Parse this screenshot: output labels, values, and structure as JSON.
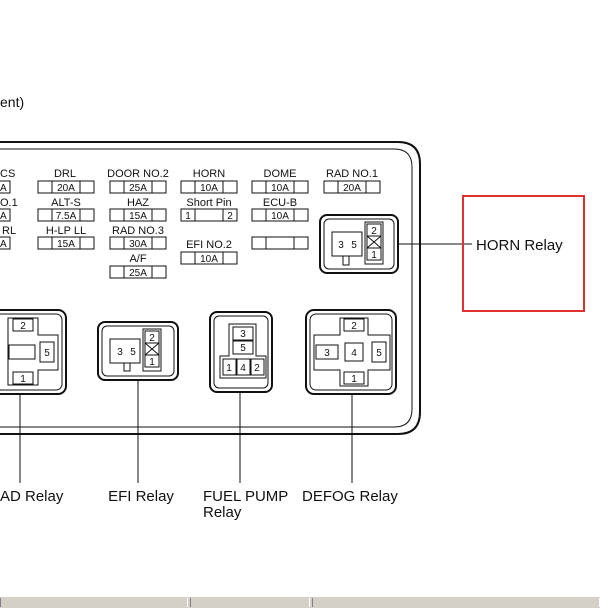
{
  "header": {
    "fragment": "ent)"
  },
  "fuses": [
    {
      "name": "CS",
      "rating": "A"
    },
    {
      "name": "DRL",
      "rating": "20A"
    },
    {
      "name": "DOOR NO.2",
      "rating": "25A"
    },
    {
      "name": "HORN",
      "rating": "10A"
    },
    {
      "name": "DOME",
      "rating": "10A"
    },
    {
      "name": "RAD NO.1",
      "rating": "20A"
    },
    {
      "name": "O.1",
      "rating": "A"
    },
    {
      "name": "ALT-S",
      "rating": "7.5A"
    },
    {
      "name": "HAZ",
      "rating": "15A"
    },
    {
      "name": "ECU-B",
      "rating": "10A"
    },
    {
      "name": "RL",
      "rating": "A"
    },
    {
      "name": "H-LP LL",
      "rating": "15A"
    },
    {
      "name": "RAD NO.3",
      "rating": "30A"
    },
    {
      "name": "EFI NO.2",
      "rating": "10A"
    },
    {
      "name": "A/F",
      "rating": "25A"
    }
  ],
  "short_pin": {
    "name": "Short Pin",
    "pin1": "1",
    "pin2": "2"
  },
  "relays": {
    "horn": {
      "label": "HORN Relay",
      "pins": [
        "3",
        "5",
        "2",
        "1"
      ]
    },
    "rad": {
      "label": "AD Relay",
      "pins": [
        "2",
        "5",
        "1"
      ]
    },
    "efi": {
      "label": "EFI Relay",
      "pins": [
        "3",
        "5",
        "2",
        "1"
      ]
    },
    "fuel_pump": {
      "label_line1": "FUEL PUMP",
      "label_line2": "Relay",
      "pins": [
        "3",
        "5",
        "1",
        "4",
        "2"
      ]
    },
    "defog": {
      "label": "DEFOG Relay",
      "pins": [
        "2",
        "3",
        "4",
        "5",
        "1"
      ]
    }
  },
  "highlight_color": "#e03030"
}
